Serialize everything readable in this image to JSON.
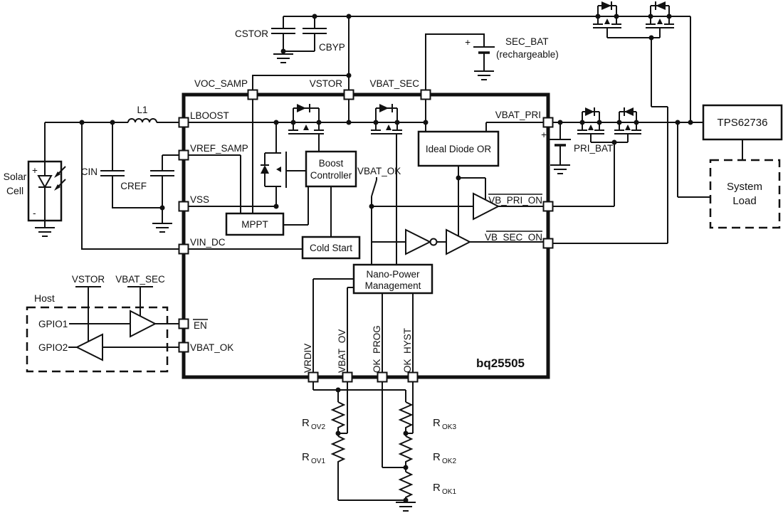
{
  "ic": {
    "part_number": "bq25505"
  },
  "pins": {
    "voc_samp": "VOC_SAMP",
    "vstor": "VSTOR",
    "vbat_sec": "VBAT_SEC",
    "lboost": "LBOOST",
    "vref_samp": "VREF_SAMP",
    "vss": "VSS",
    "vin_dc": "VIN_DC",
    "en": "EN",
    "vbat_ok": "VBAT_OK",
    "vbat_pri": "VBAT_PRI",
    "vb_pri_on": "VB_PRI_ON",
    "vb_sec_on": "VB_SEC_ON",
    "vrdiv": "VRDIV",
    "vbat_ov": "VBAT_OV",
    "ok_prog": "OK_PROG",
    "ok_hyst": "OK_HYST"
  },
  "blocks": {
    "mppt": "MPPT",
    "boost_line1": "Boost",
    "boost_line2": "Controller",
    "cold_start": "Cold Start",
    "ideal_diode_or": "Ideal Diode OR",
    "nano_line1": "Nano-Power",
    "nano_line2": "Management",
    "tps": "TPS62736",
    "sysload_line1": "System",
    "sysload_line2": "Load"
  },
  "host": {
    "title": "Host",
    "gpio1": "GPIO1",
    "gpio2": "GPIO2",
    "vstor_rail": "VSTOR",
    "vbat_sec_rail": "VBAT_SEC"
  },
  "external": {
    "cstor": "CSTOR",
    "cbyp": "CBYP",
    "cin": "CIN",
    "cref": "CREF",
    "l1": "L1",
    "solar_line1": "Solar",
    "solar_line2": "Cell",
    "sec_bat": "SEC_BAT",
    "sec_bat_note": "(rechargeable)",
    "pri_bat": "PRI_BAT",
    "switch_label": "VBAT_OK"
  },
  "signs": {
    "plus": "+",
    "minus": "-"
  },
  "resistors": {
    "rov2": {
      "base": "R",
      "sub": "OV2"
    },
    "rov1": {
      "base": "R",
      "sub": "OV1"
    },
    "rok3": {
      "base": "R",
      "sub": "OK3"
    },
    "rok2": {
      "base": "R",
      "sub": "OK2"
    },
    "rok1": {
      "base": "R",
      "sub": "OK1"
    }
  },
  "colors": {
    "line": "#111111",
    "background": "#ffffff"
  }
}
